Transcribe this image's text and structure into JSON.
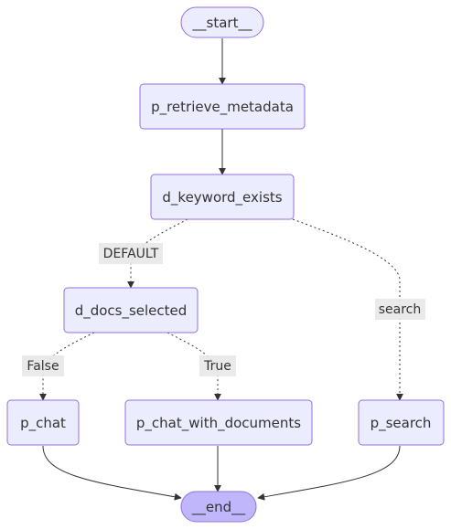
{
  "nodes": {
    "start": "__start__",
    "p_retrieve_metadata": "p_retrieve_metadata",
    "d_keyword_exists": "d_keyword_exists",
    "d_docs_selected": "d_docs_selected",
    "p_chat": "p_chat",
    "p_chat_with_documents": "p_chat_with_documents",
    "p_search": "p_search",
    "end": "__end__"
  },
  "edge_labels": {
    "default": "DEFAULT",
    "search": "search",
    "false": "False",
    "true": "True"
  },
  "colors": {
    "node_fill": "#ECECFF",
    "node_stroke": "#9370DB",
    "end_fill": "#BFB6FC",
    "edge": "#333333",
    "label_bg": "#E8E8E8"
  }
}
